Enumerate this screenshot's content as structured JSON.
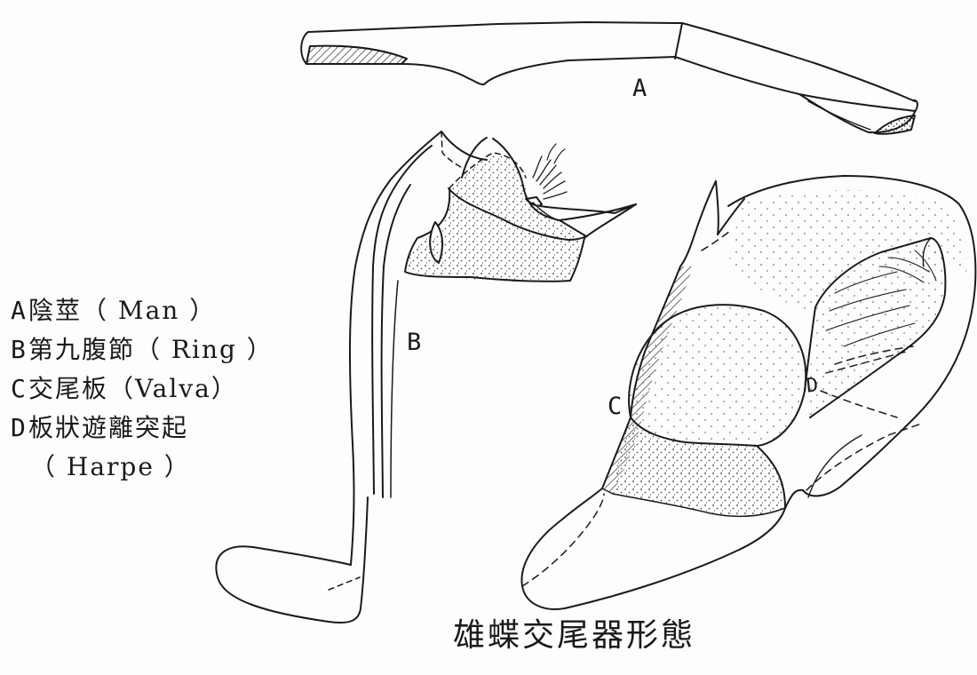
{
  "parts": {
    "A": "A",
    "B": "B",
    "C": "C",
    "D": "D"
  },
  "legend": [
    {
      "key": "A",
      "text": "陰莖（ Man ）"
    },
    {
      "key": "B",
      "text": "第九腹節（ Ring ）"
    },
    {
      "key": "C",
      "text": "交尾板（Valva）"
    },
    {
      "key": "D",
      "text": "板狀遊離突起"
    },
    {
      "key": "",
      "text": "（ Harpe ）"
    }
  ],
  "caption": "雄蝶交尾器形態"
}
